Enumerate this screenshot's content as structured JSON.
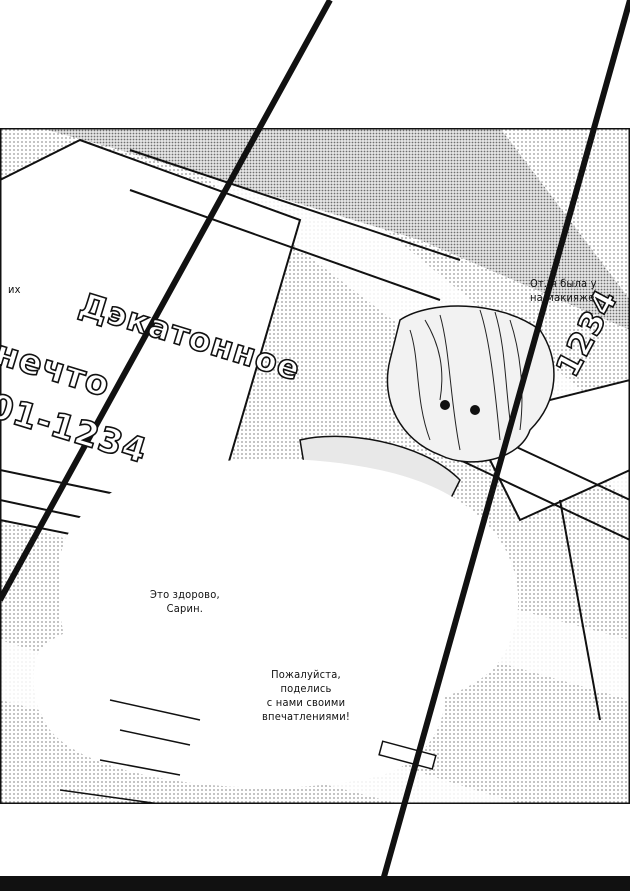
{
  "sfx": {
    "left_line1": "Дэкатонное",
    "left_line2": "нечто",
    "left_line3": "01-1234",
    "right_fragment": "1234"
  },
  "bubbles": {
    "left_edge": "их",
    "right_edge_line1": "От. я была у",
    "right_edge_line2": "на макияже",
    "center_line1": "Это здорово,",
    "center_line2": "Сарин.",
    "bottom_line1": "Пожалуйста,",
    "bottom_line2": "поделись",
    "bottom_line3": "с нами своими",
    "bottom_line4": "впечатлениями!"
  },
  "colors": {
    "ink": "#111111",
    "paper": "#ffffff",
    "screentone": "#bdbdbd"
  }
}
